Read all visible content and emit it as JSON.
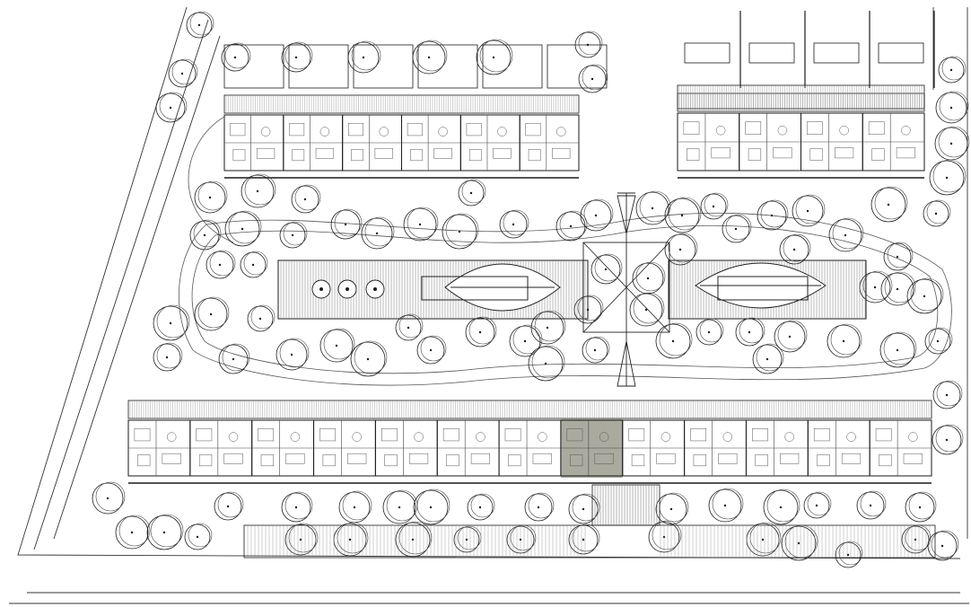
{
  "drawing": {
    "type": "site-plan",
    "background_color": "#ffffff",
    "line_color": "#1a1a1a",
    "highlight_color": "#8e8f7e",
    "labels": []
  },
  "buildings": [
    {
      "name": "north-west-row",
      "units": 6
    },
    {
      "name": "north-east-row",
      "units": 4
    },
    {
      "name": "south-row",
      "units": 13,
      "highlighted_unit_index": 7
    }
  ],
  "courtyard": {
    "pools": 2,
    "trees_visible": true
  }
}
